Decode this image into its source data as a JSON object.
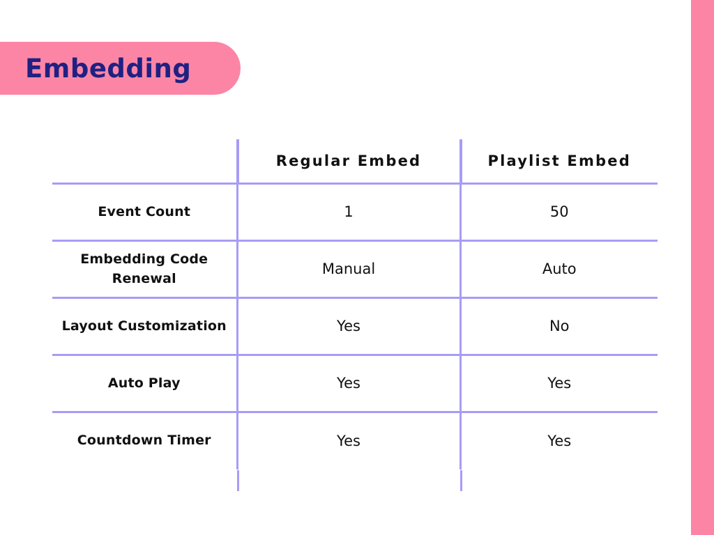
{
  "slide": {
    "title": "Embedding",
    "accent_pink": "#FC85A6",
    "title_navy": "#1F2182",
    "rule_periwinkle": "#A79CF6",
    "background": "#FFFFFF"
  },
  "table": {
    "corner_header": "",
    "columns": [
      "Regular Embed",
      "Playlist Embed"
    ],
    "rows": [
      {
        "label": "Event Count",
        "regular": "1",
        "playlist": "50"
      },
      {
        "label": "Embedding Code Renewal",
        "regular": "Manual",
        "playlist": "Auto"
      },
      {
        "label": "Layout Customization",
        "regular": "Yes",
        "playlist": "No"
      },
      {
        "label": "Auto Play",
        "regular": "Yes",
        "playlist": "Yes"
      },
      {
        "label": "Countdown Timer",
        "regular": "Yes",
        "playlist": "Yes"
      }
    ]
  },
  "chart_data": {
    "type": "table",
    "title": "Embedding",
    "categories": [
      "Event Count",
      "Embedding Code Renewal",
      "Layout Customization",
      "Auto Play",
      "Countdown Timer"
    ],
    "series": [
      {
        "name": "Regular Embed",
        "values": [
          "1",
          "Manual",
          "Yes",
          "Yes",
          "Yes"
        ]
      },
      {
        "name": "Playlist Embed",
        "values": [
          "50",
          "Auto",
          "No",
          "Yes",
          "Yes"
        ]
      }
    ],
    "xlabel": "",
    "ylabel": "",
    "grid": true,
    "legend": "none"
  }
}
